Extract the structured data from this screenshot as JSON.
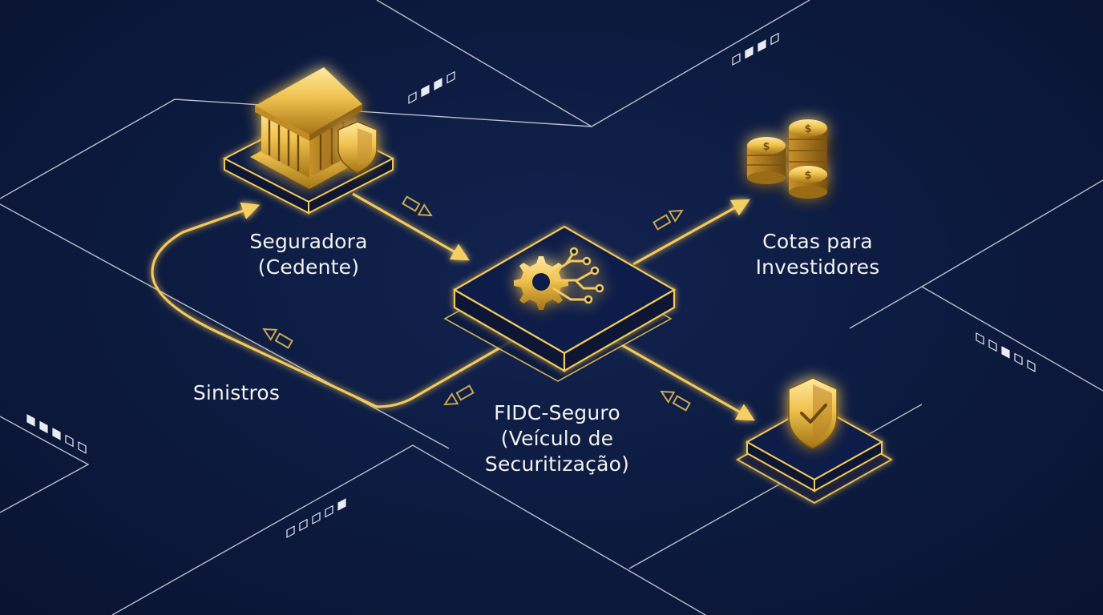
{
  "diagram": {
    "nodes": {
      "seguradora": {
        "line1": "Seguradora",
        "line2": "(Cedente)",
        "icon": "bank-building-with-shield-icon"
      },
      "fidc": {
        "line1": "FIDC-Seguro",
        "line2": "(Veículo de",
        "line3": "Securitização)",
        "icon": "gear-circuit-icon"
      },
      "cotas": {
        "line1": "Cotas para",
        "line2": "Investidores",
        "icon": "coin-stack-icon"
      },
      "protecao": {
        "icon": "shield-check-icon"
      }
    },
    "flows": {
      "sinistros": {
        "label": "Sinistros"
      }
    },
    "colors": {
      "background": "#0b1838",
      "gold": "#f0c24f",
      "gold_dark": "#a47414",
      "line": "#c9cfdc",
      "text": "#f2f2ee"
    }
  }
}
